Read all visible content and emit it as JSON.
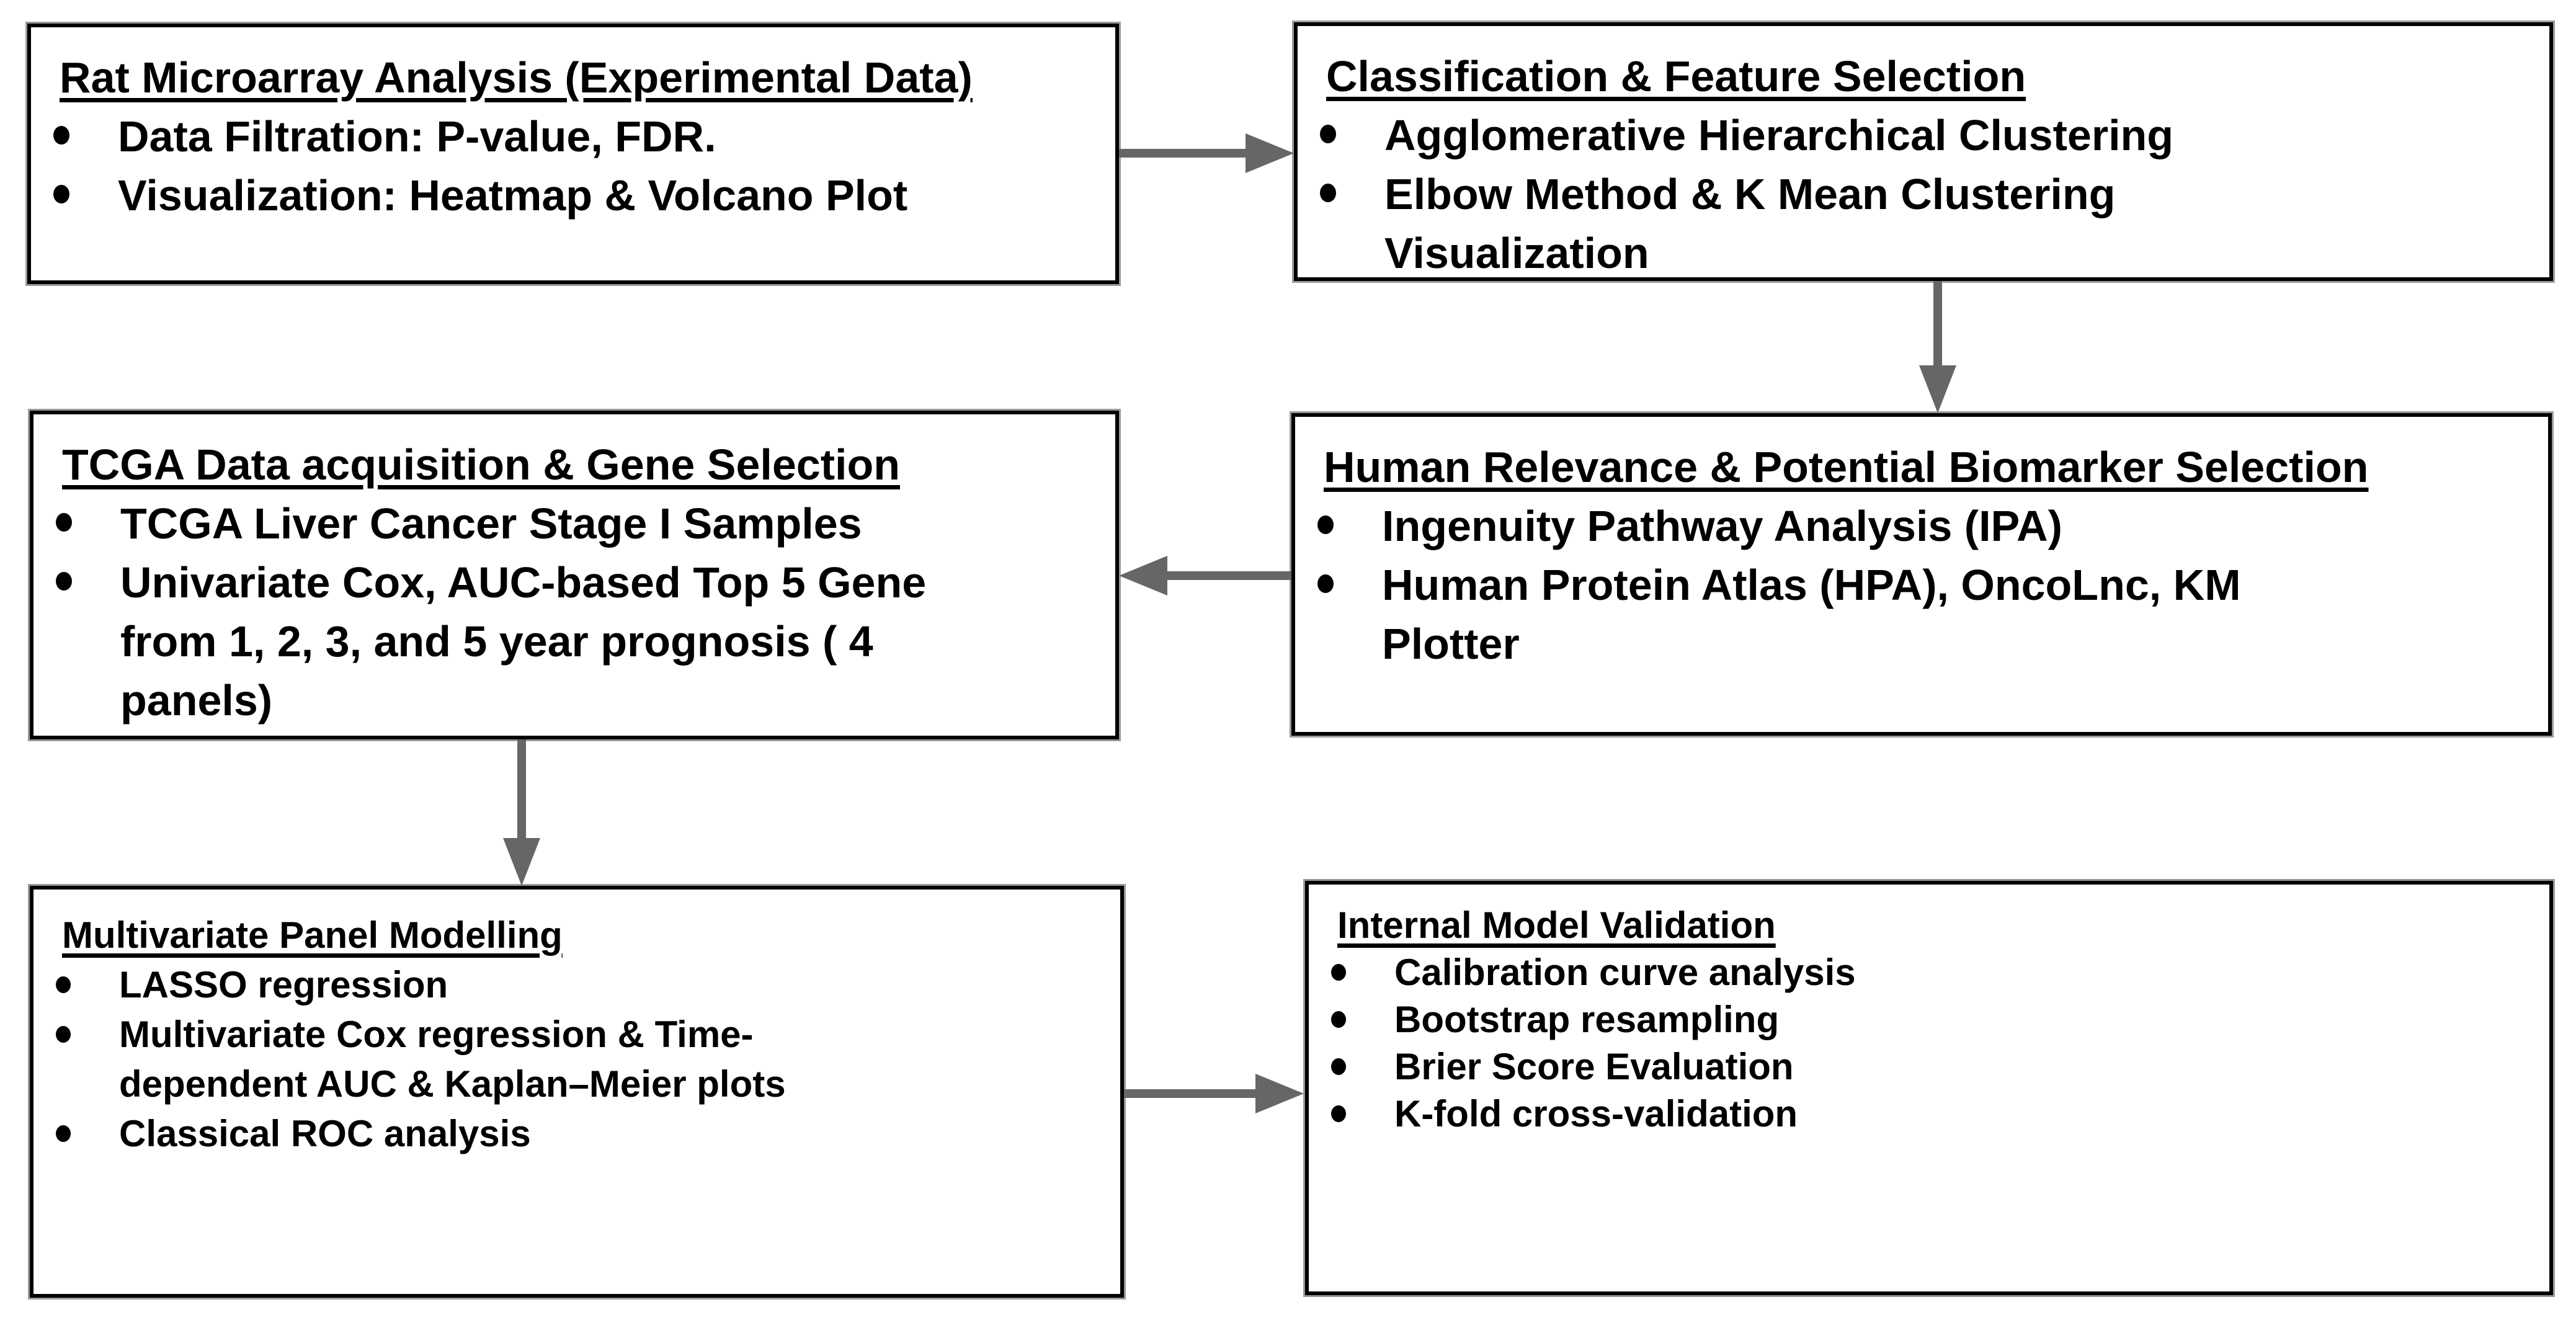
{
  "diagram": {
    "background": "#ffffff",
    "colors": {
      "box_border": "#000000",
      "box_halo": "#9a9a9a",
      "text": "#000000",
      "arrow": "#666666",
      "bullet": "#000000"
    },
    "boxes": [
      {
        "id": "rat-microarray",
        "title": "Rat Microarray Analysis (Experimental Data)",
        "bullets": [
          "Data Filtration: P-value, FDR.",
          "Visualization: Heatmap & Volcano Plot"
        ]
      },
      {
        "id": "classification-feature-selection",
        "title": "Classification & Feature Selection",
        "bullets": [
          "Agglomerative Hierarchical Clustering",
          "Elbow Method & K Mean Clustering Visualization"
        ]
      },
      {
        "id": "tcga-gene-selection",
        "title": "TCGA Data acquisition & Gene Selection",
        "bullets": [
          "TCGA Liver Cancer Stage I Samples",
          "Univariate Cox, AUC-based Top 5 Gene from 1, 2, 3, and 5 year prognosis ( 4 panels)"
        ]
      },
      {
        "id": "human-relevance-biomarker",
        "title": "Human Relevance & Potential Biomarker Selection",
        "bullets": [
          "Ingenuity Pathway Analysis (IPA)",
          "Human Protein Atlas (HPA), OncoLnc, KM Plotter"
        ]
      },
      {
        "id": "multivariate-panel-modelling",
        "title": "Multivariate Panel Modelling",
        "bullets": [
          "LASSO regression",
          "Multivariate Cox regression & Time-dependent AUC & Kaplan–Meier plots",
          "Classical ROC analysis"
        ]
      },
      {
        "id": "internal-model-validation",
        "title": "Internal Model Validation",
        "bullets": [
          "Calibration curve analysis",
          "Bootstrap resampling",
          "Brier Score Evaluation",
          "K-fold cross-validation"
        ]
      }
    ],
    "arrows": [
      {
        "from": "rat-microarray",
        "to": "classification-feature-selection",
        "direction": "right"
      },
      {
        "from": "classification-feature-selection",
        "to": "human-relevance-biomarker",
        "direction": "down"
      },
      {
        "from": "human-relevance-biomarker",
        "to": "tcga-gene-selection",
        "direction": "left"
      },
      {
        "from": "tcga-gene-selection",
        "to": "multivariate-panel-modelling",
        "direction": "down"
      },
      {
        "from": "multivariate-panel-modelling",
        "to": "internal-model-validation",
        "direction": "right"
      }
    ]
  }
}
